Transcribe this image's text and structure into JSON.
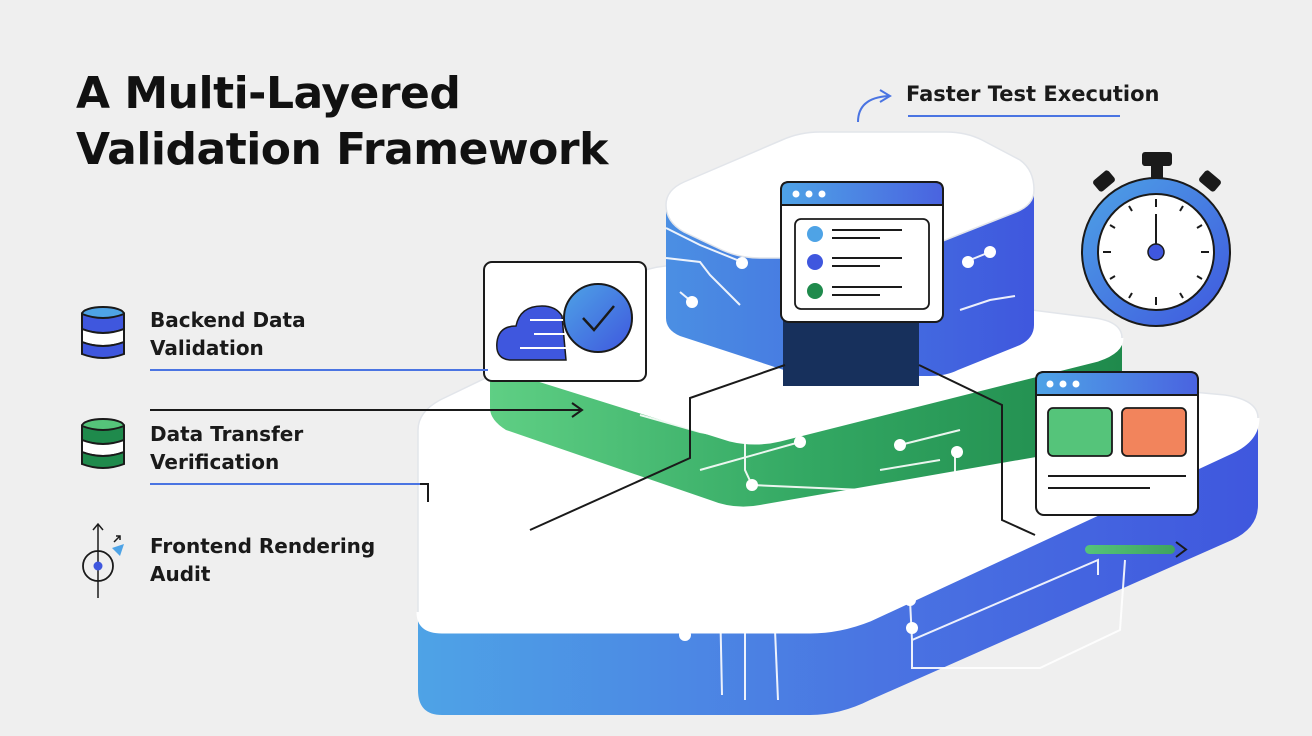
{
  "title": {
    "line1": "A Multi-Layered",
    "line2": "Validation Framework"
  },
  "layers": [
    {
      "line1": "Backend Data",
      "line2": "Validation",
      "icon": "database-blue-icon"
    },
    {
      "line1": "Data Transfer",
      "line2": "Verification",
      "icon": "database-green-icon"
    },
    {
      "line1": "Frontend Rendering",
      "line2": "Audit",
      "icon": "cursor-target-icon"
    }
  ],
  "callout": {
    "label": "Faster Test Execution",
    "icon": "stopwatch-icon"
  },
  "colors": {
    "blue": "#3f5fe0",
    "light_blue": "#4ea3e6",
    "green": "#1f8a4c",
    "light_green": "#55c47a",
    "orange": "#f2845c",
    "navy": "#17305c",
    "background": "#efefef"
  }
}
